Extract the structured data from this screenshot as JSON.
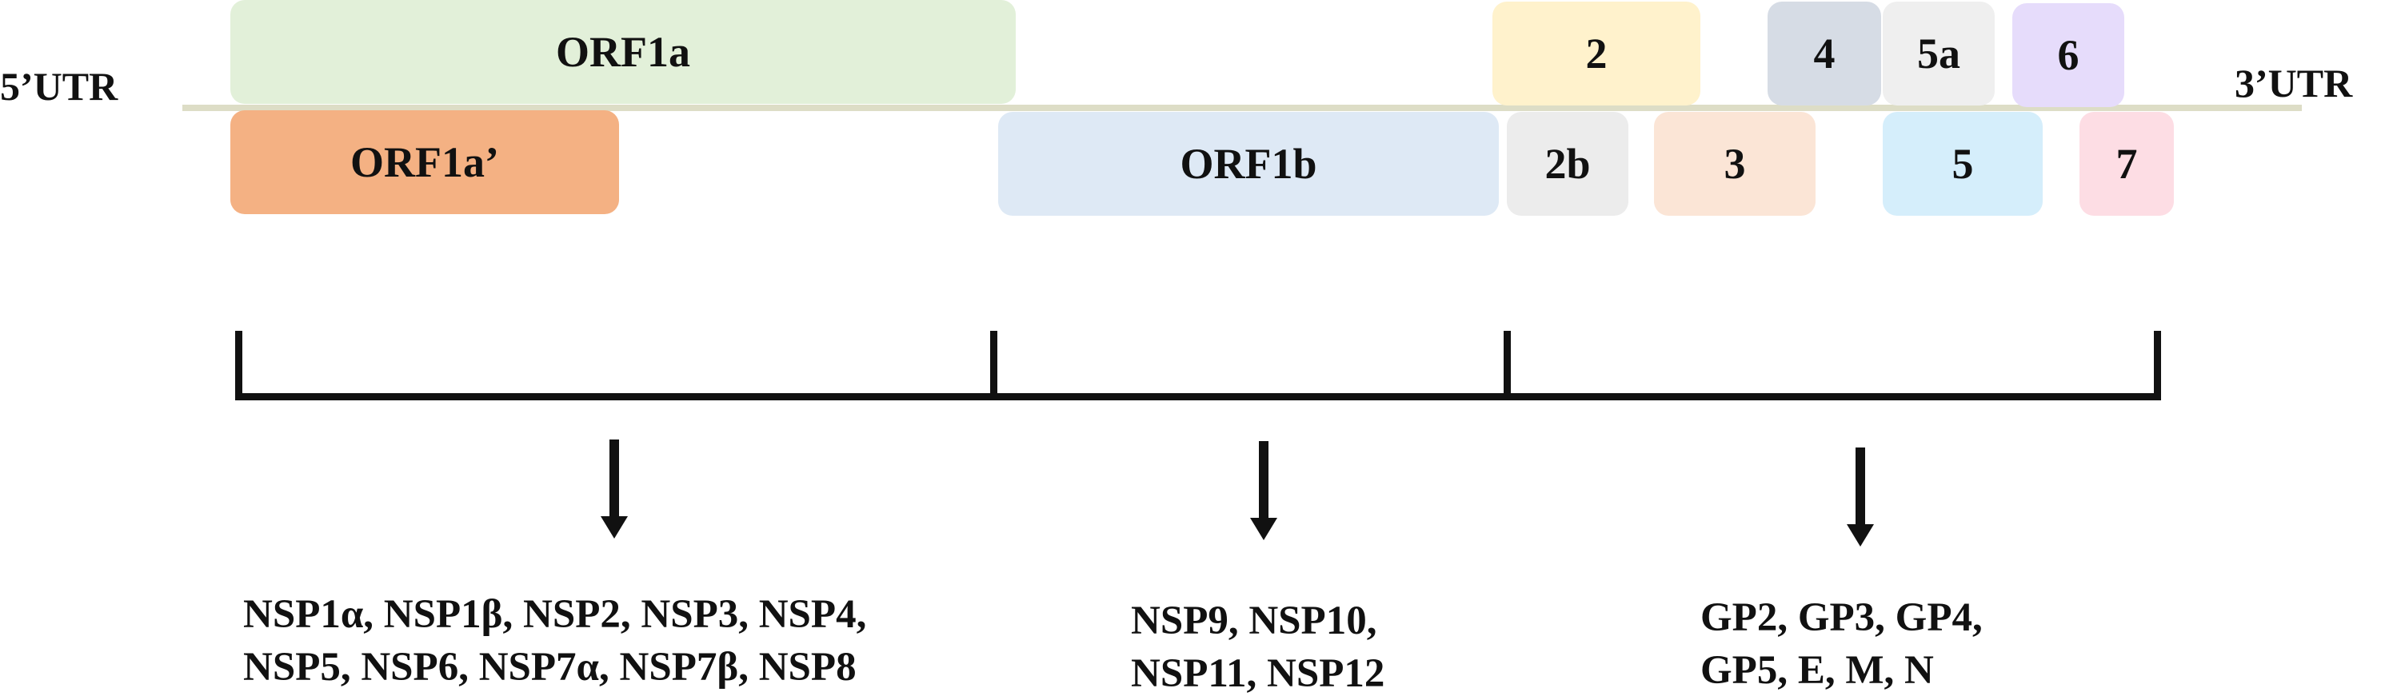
{
  "genome": {
    "utr5": "5’UTR",
    "utr3": "3’UTR",
    "line_color": "#ddddc6"
  },
  "orfs": {
    "orf1a": {
      "label": "ORF1a",
      "color": "#e2f0d9"
    },
    "orf1a_prime": {
      "label": "ORF1a’",
      "color": "#f4b183"
    },
    "orf1b": {
      "label": "ORF1b",
      "color": "#dee9f5"
    },
    "orf2": {
      "label": "2",
      "color": "#fff2cc"
    },
    "orf2b": {
      "label": "2b",
      "color": "#ececec"
    },
    "orf3": {
      "label": "3",
      "color": "#fbe5d6"
    },
    "orf4": {
      "label": "4",
      "color": "#d6dce5"
    },
    "orf5a": {
      "label": "5a",
      "color": "#efefef"
    },
    "orf5": {
      "label": "5",
      "color": "#d5eefb"
    },
    "orf6": {
      "label": "6",
      "color": "#e6dcfb"
    },
    "orf7": {
      "label": "7",
      "color": "#fddde4"
    }
  },
  "products": {
    "group1": {
      "line1": "NSP1α, NSP1β, NSP2, NSP3, NSP4,",
      "line2": "NSP5, NSP6, NSP7α, NSP7β, NSP8"
    },
    "group2": {
      "line1": "NSP9, NSP10,",
      "line2": "NSP11, NSP12"
    },
    "group3": {
      "line1": "GP2, GP3, GP4,",
      "line2": "GP5, E, M, N"
    }
  }
}
